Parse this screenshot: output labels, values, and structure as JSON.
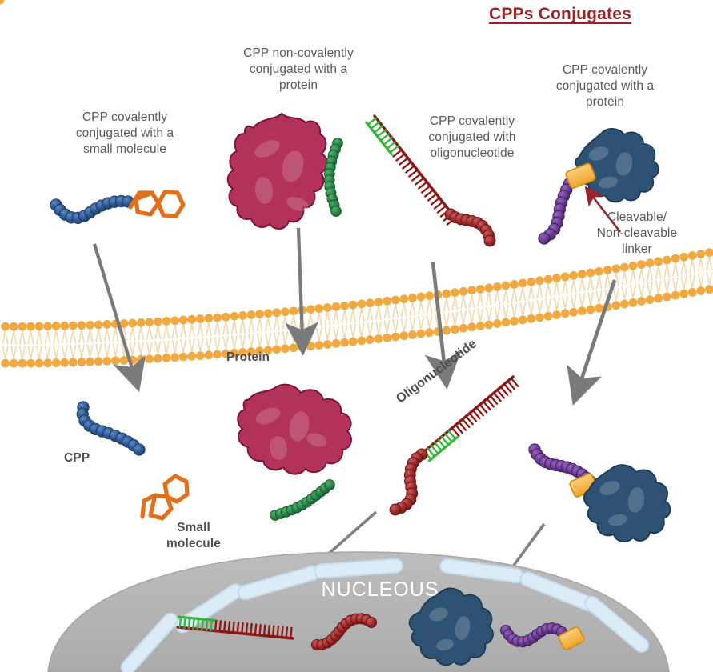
{
  "title": "CPPs Conjugates",
  "theme": {
    "title_color": "#9b2226",
    "label_color": "#58595b",
    "bold_label_color": "#4d4d4f",
    "membrane_head": "#efa940",
    "membrane_tail": "#f0d7a8",
    "cpp_blue": "#2a5289",
    "cpp_green": "#2b8a4a",
    "cpp_red": "#a32a2a",
    "cpp_purple": "#6c3b96",
    "protein_crimson": "#b2325a",
    "protein_navy": "#2d5274",
    "small_molecule_orange": "#e2701b",
    "linker_orange": "#f5b041",
    "oligo_backbone": "#8f1616",
    "oligo_green": "#35b53a",
    "arrow_gray": "#7a7a7a",
    "pointer_red": "#9b2226",
    "nucleus_fill": "#b4b4b4",
    "nucleus_pore": "#d8e8f5",
    "nucleous_text": "#ffffff"
  },
  "captions": {
    "small_molecule": "CPP covalently\nconjugated with a\nsmall molecule",
    "non_covalent_protein": "CPP non-covalently\nconjugated with a\nprotein",
    "oligonucleotide": "CPP covalently\nconjugated with\noligonucleotide",
    "covalent_protein": "CPP covalently\nconjugated with a\nprotein",
    "linker": "Cleavable/\nNon-cleavable\nlinker"
  },
  "labels": {
    "cpp": "CPP",
    "small_molecule": "Small\nmolecule",
    "protein": "Protein",
    "oligonucleotide": "Oligonucleotide",
    "nucleus": "NUCLEOUS"
  },
  "diagram": {
    "type": "biological-schematic",
    "description": "Cell-penetrating peptide (CPP) conjugates crossing a lipid bilayer membrane into the cytoplasm and reaching the nucleus",
    "compartments": [
      "extracellular",
      "lipid bilayer membrane",
      "cytoplasm",
      "nucleus"
    ],
    "conjugates": [
      {
        "name": "CPP + small molecule",
        "cpp_color": "#2a5289",
        "cargo": "small molecule",
        "cargo_color": "#e2701b",
        "linkage": "covalent"
      },
      {
        "name": "CPP + protein (non-covalent)",
        "cpp_color": "#2b8a4a",
        "cargo": "protein",
        "cargo_color": "#b2325a",
        "linkage": "non-covalent"
      },
      {
        "name": "CPP + oligonucleotide",
        "cpp_color": "#a32a2a",
        "cargo": "oligonucleotide",
        "cargo_color": "#8f1616",
        "linkage": "covalent"
      },
      {
        "name": "CPP + protein (covalent)",
        "cpp_color": "#6c3b96",
        "cargo": "protein",
        "cargo_color": "#2d5274",
        "linkage": "covalent via cleavable/non-cleavable linker"
      }
    ],
    "arrow_count": 4,
    "nucleus_arrow_count": 2
  }
}
